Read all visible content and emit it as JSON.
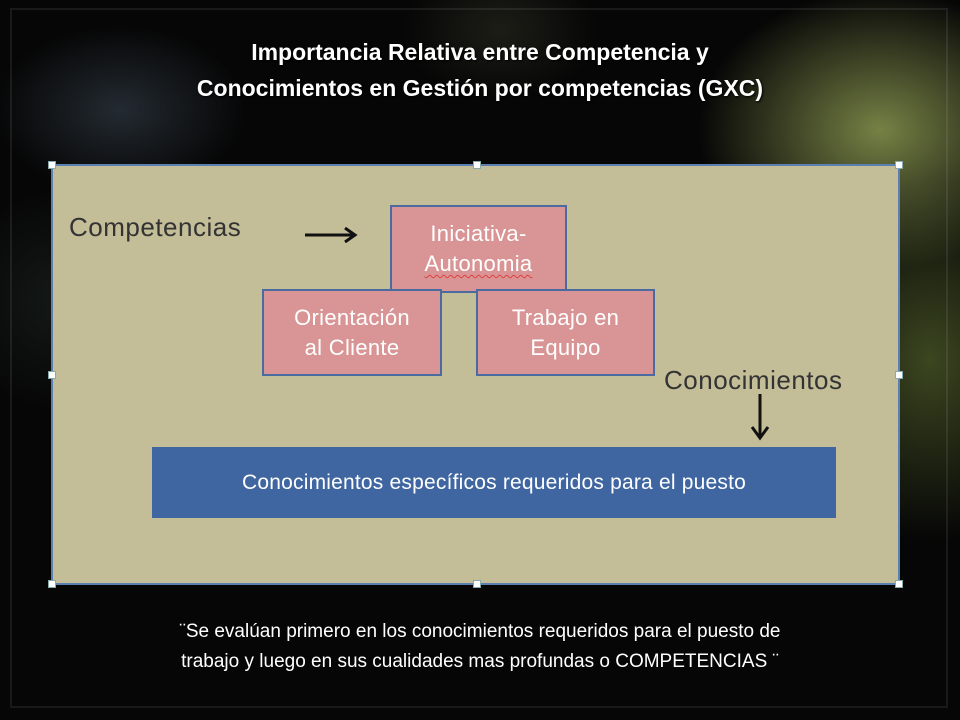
{
  "title": {
    "line1": "Importancia Relativa entre Competencia y",
    "line2": "Conocimientos en Gestión por competencias (GXC)"
  },
  "diagram": {
    "label_competencias": "Competencias",
    "label_conocimientos": "Conocimientos",
    "box_iniciativa": {
      "line1": "Iniciativa-",
      "line2": "Autonomia"
    },
    "box_orientacion": {
      "line1": "Orientación",
      "line2": "al Cliente"
    },
    "box_trabajo": {
      "line1": "Trabajo en",
      "line2": "Equipo"
    },
    "box_conocimientos": "Conocimientos específicos requeridos para el puesto",
    "colors": {
      "background": "#c3bd98",
      "competency_box": "#d99595",
      "knowledge_box": "#3f66a0",
      "border": "#4a6aa0"
    }
  },
  "footer": {
    "line1": "¨Se evalúan primero en los conocimientos requeridos para el puesto de",
    "line2": "trabajo y luego en sus cualidades mas profundas o COMPETENCIAS ¨"
  }
}
